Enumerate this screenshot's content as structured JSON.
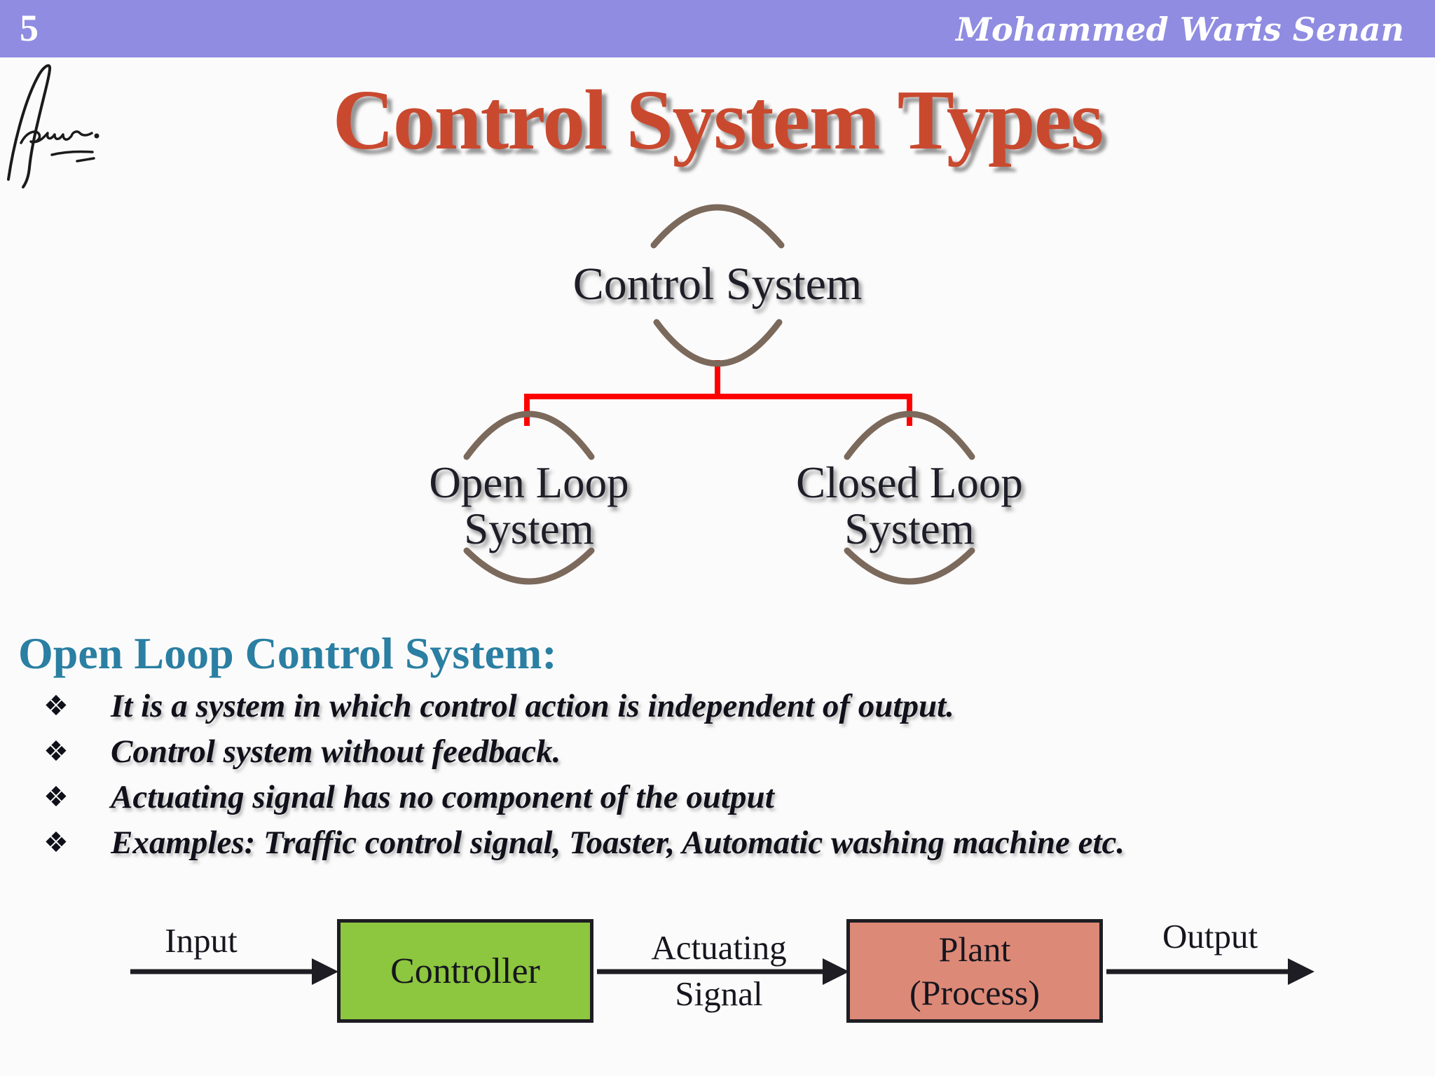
{
  "header": {
    "page_number": "5",
    "author": "Mohammed Waris Senan",
    "bar_color": "#8f8ce2"
  },
  "title": {
    "text": "Control System Types",
    "color": "#c9492f"
  },
  "tree": {
    "root": "Control System",
    "open_loop": {
      "line1": "Open Loop",
      "line2": "System"
    },
    "closed_loop": {
      "line1": "Closed Loop",
      "line2": "System"
    },
    "connector_color": "#ff0000",
    "arc_color": "#7b695c"
  },
  "section": {
    "heading": "Open Loop Control System:",
    "heading_color": "#2a7fa2",
    "bullet_glyph": "❖",
    "bullets": [
      "It is a system in which control action is independent of output.",
      "Control system without feedback.",
      "Actuating signal has no component of the output",
      "Examples: Traffic control signal, Toaster, Automatic washing machine etc."
    ]
  },
  "diagram": {
    "input_label": "Input",
    "controller_label": "Controller",
    "actuating_label_line1": "Actuating",
    "actuating_label_line2": "Signal",
    "plant_label_line1": "Plant",
    "plant_label_line2": "(Process)",
    "output_label": "Output",
    "controller_fill": "#8dc63f",
    "plant_fill": "#dd8977",
    "line_color": "#1d1d23"
  }
}
